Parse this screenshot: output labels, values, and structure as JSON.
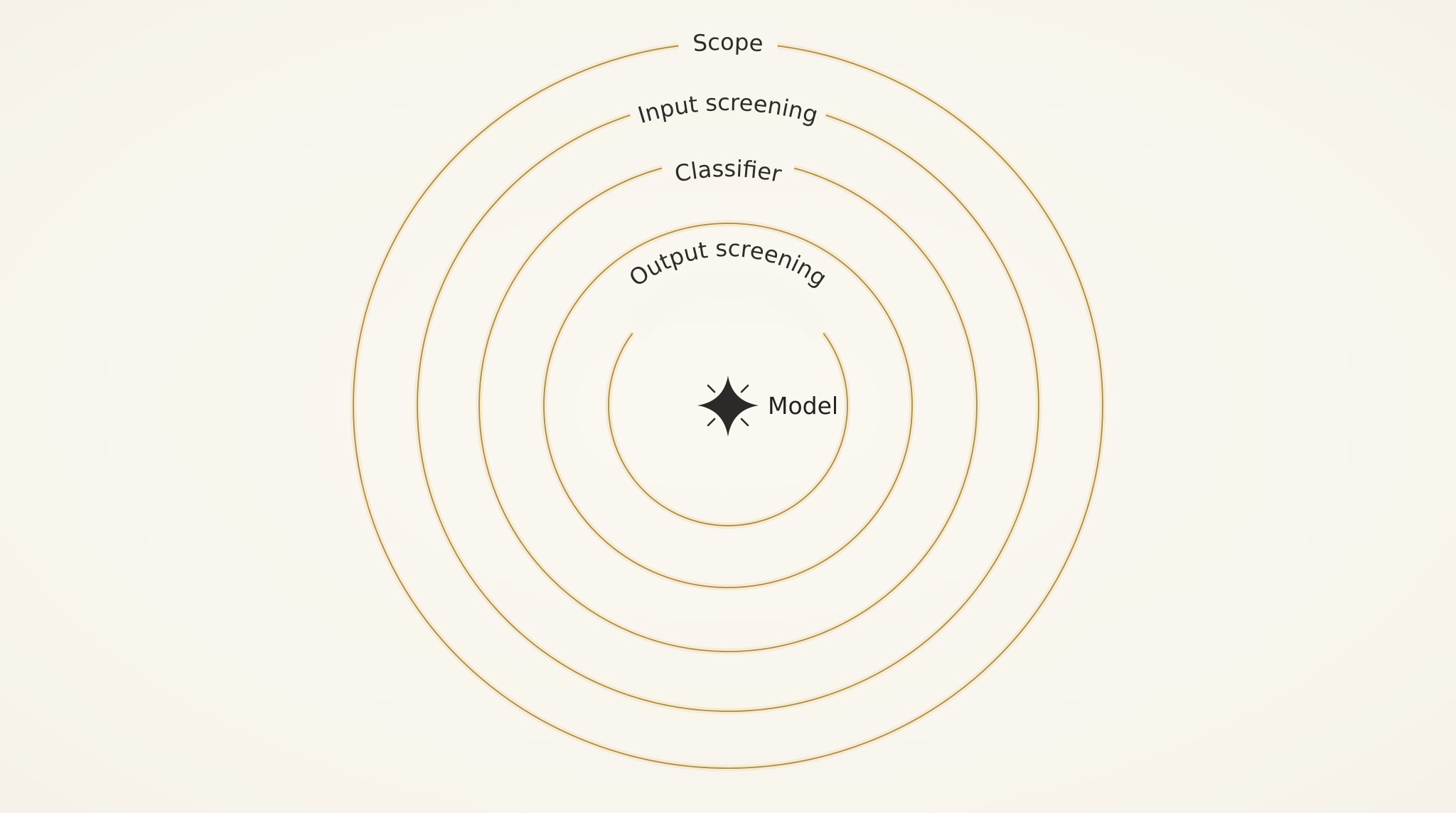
{
  "diagram": {
    "rings": [
      {
        "label": "Scope"
      },
      {
        "label": "Input screening"
      },
      {
        "label": "Classifier"
      },
      {
        "label": "Output screening"
      }
    ],
    "center": {
      "icon": "sparkle-icon",
      "label": "Model"
    },
    "colors": {
      "ring": "#b08a3e",
      "background": "#f9f6ef",
      "text": "#2e2b28"
    }
  }
}
